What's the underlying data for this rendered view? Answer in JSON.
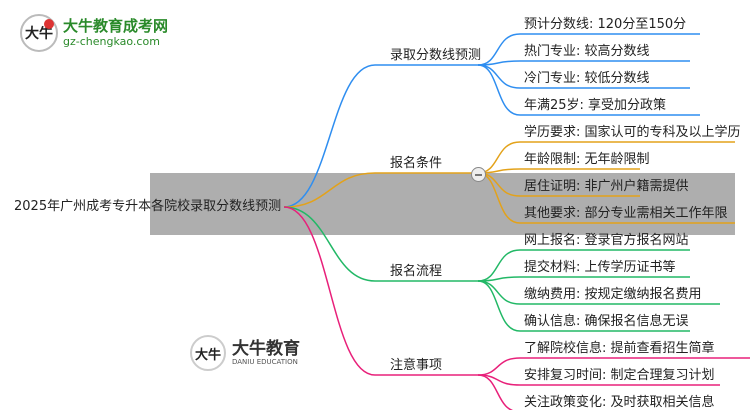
{
  "logo": {
    "name": "大牛教育成考网",
    "url": "gz-chengkao.com",
    "mark": "大牛"
  },
  "root": "2025年广州成考专升本各院校录取分数线预测",
  "branches": [
    {
      "label": "录取分数线预测",
      "color": "#2f8ef0",
      "leaves": [
        "预计分数线: 120分至150分",
        "热门专业: 较高分数线",
        "冷门专业: 较低分数线",
        "年满25岁: 享受加分政策"
      ]
    },
    {
      "label": "报名条件",
      "color": "#e3a21a",
      "leaves": [
        "学历要求: 国家认可的专科及以上学历",
        "年龄限制: 无年龄限制",
        "居住证明: 非广州户籍需提供",
        "其他要求: 部分专业需相关工作年限"
      ]
    },
    {
      "label": "报名流程",
      "color": "#22b866",
      "leaves": [
        "网上报名: 登录官方报名网站",
        "提交材料: 上传学历证书等",
        "缴纳费用: 按规定缴纳报名费用",
        "确认信息: 确保报名信息无误"
      ]
    },
    {
      "label": "注意事项",
      "color": "#e8207a",
      "leaves": [
        "了解院校信息: 提前查看招生简章",
        "安排复习时间: 制定合理复习计划",
        "关注政策变化: 及时获取相关信息"
      ]
    }
  ],
  "watermark": {
    "name": "大牛教育",
    "sub": "DANIU EDUCATION",
    "mark": "大牛"
  }
}
